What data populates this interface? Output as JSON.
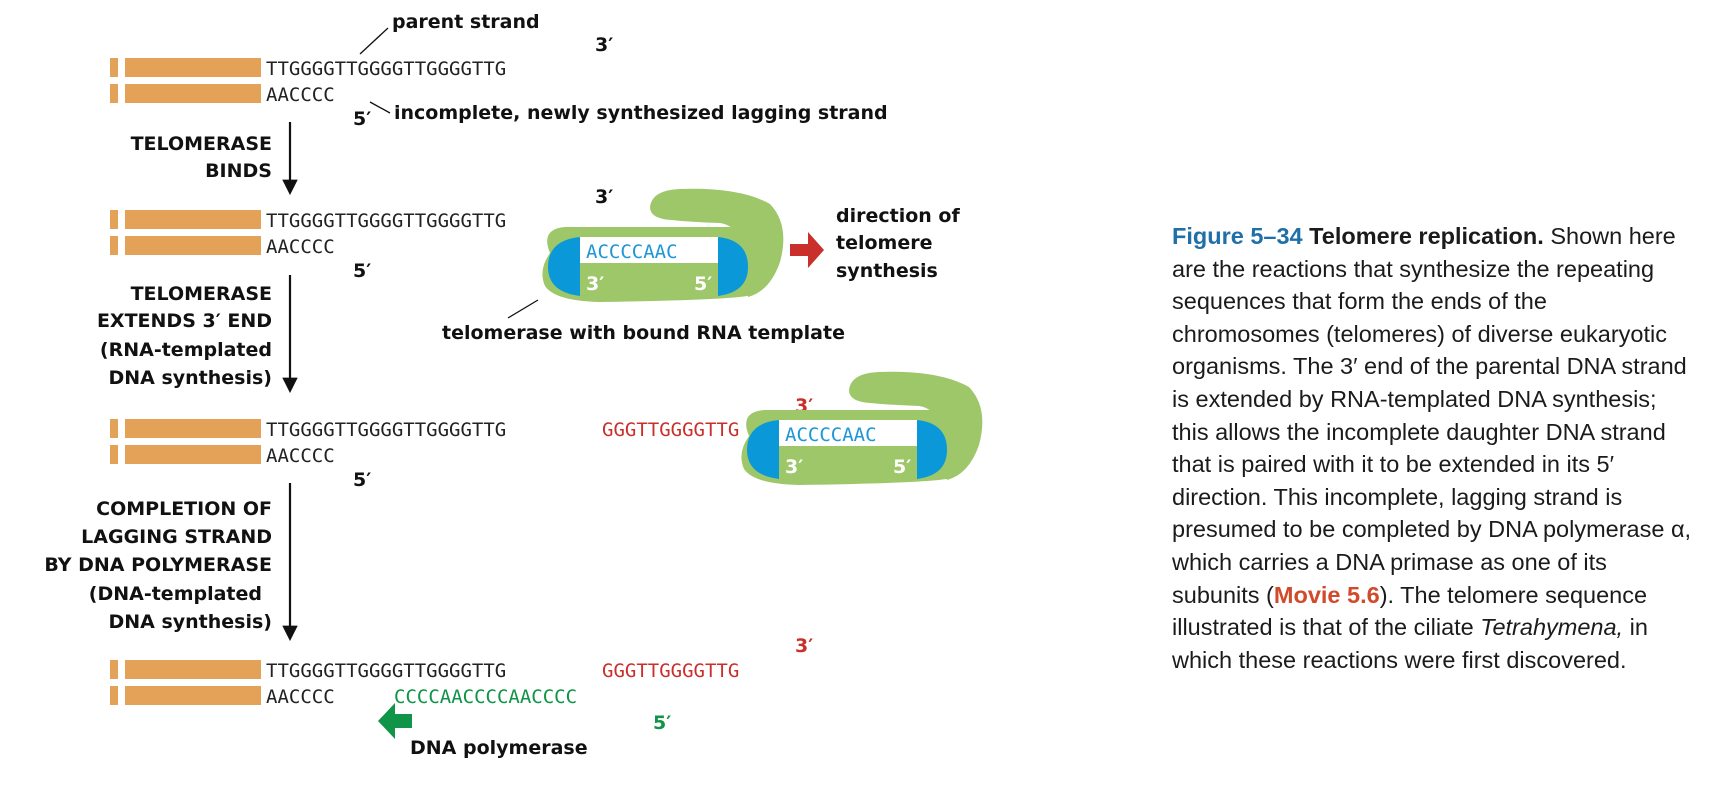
{
  "colors": {
    "chromosome": "#e3a257",
    "dna_text": "#222222",
    "new_dna": "#c9302c",
    "lagging_fill": "#0f9448",
    "rna_template": "#1f96d6",
    "enzyme": "#9ec76a",
    "rna_caps": "#0a98d8",
    "caption_title": "#1f6fa8",
    "movie_link": "#d14a2a"
  },
  "labels": {
    "parent_strand": "parent strand",
    "lagging_incomplete": "incomplete, newly synthesized lagging strand",
    "direction_line1": "direction of",
    "direction_line2": "telomere",
    "direction_line3": "synthesis",
    "telomerase_template": "telomerase with bound RNA template",
    "dna_polymerase": "DNA polymerase"
  },
  "primes": {
    "three": "3′",
    "five": "5′"
  },
  "steps": {
    "binds_l1": "TELOMERASE",
    "binds_l2": "BINDS",
    "extends_l1": "TELOMERASE",
    "extends_l2": "EXTENDS 3′ END",
    "extends_l3": "(RNA-templated",
    "extends_l4": "DNA synthesis)",
    "completion_l1": "COMPLETION OF",
    "completion_l2": "LAGGING STRAND",
    "completion_l3": "BY DNA POLYMERASE",
    "completion_l4": "(DNA-templated",
    "completion_l5": "DNA synthesis)"
  },
  "sequences": {
    "top_original": "TTGGGGTTGGGGTTGGGGTTG",
    "bottom_original": "AACCCC",
    "top_extension": "GGGTTGGGGTTG",
    "rna_template": "ACCCCAAC",
    "lagging_fill": "CCCCAACCCCAACCCC"
  },
  "caption": {
    "figure_number": "Figure 5–34",
    "title": "Telomere replication.",
    "text_1": " Shown here are the reactions that synthesize the repeating sequences that form the ends of the chromosomes (telomeres) of diverse eukaryotic organisms. The 3′ end of the parental DNA strand is extended by RNA-templated DNA synthesis; this allows the incomplete daughter DNA strand that is paired with it to be extended in its 5′ direction. This incomplete, lagging strand is presumed to be completed by DNA polymerase α, which carries a DNA primase as one of its subunits (",
    "movie_link": "Movie 5.6",
    "text_2": "). The telomere sequence illustrated is that of the ciliate ",
    "organism": "Tetrahymena,",
    "text_3": " in which these reactions were first discovered."
  }
}
